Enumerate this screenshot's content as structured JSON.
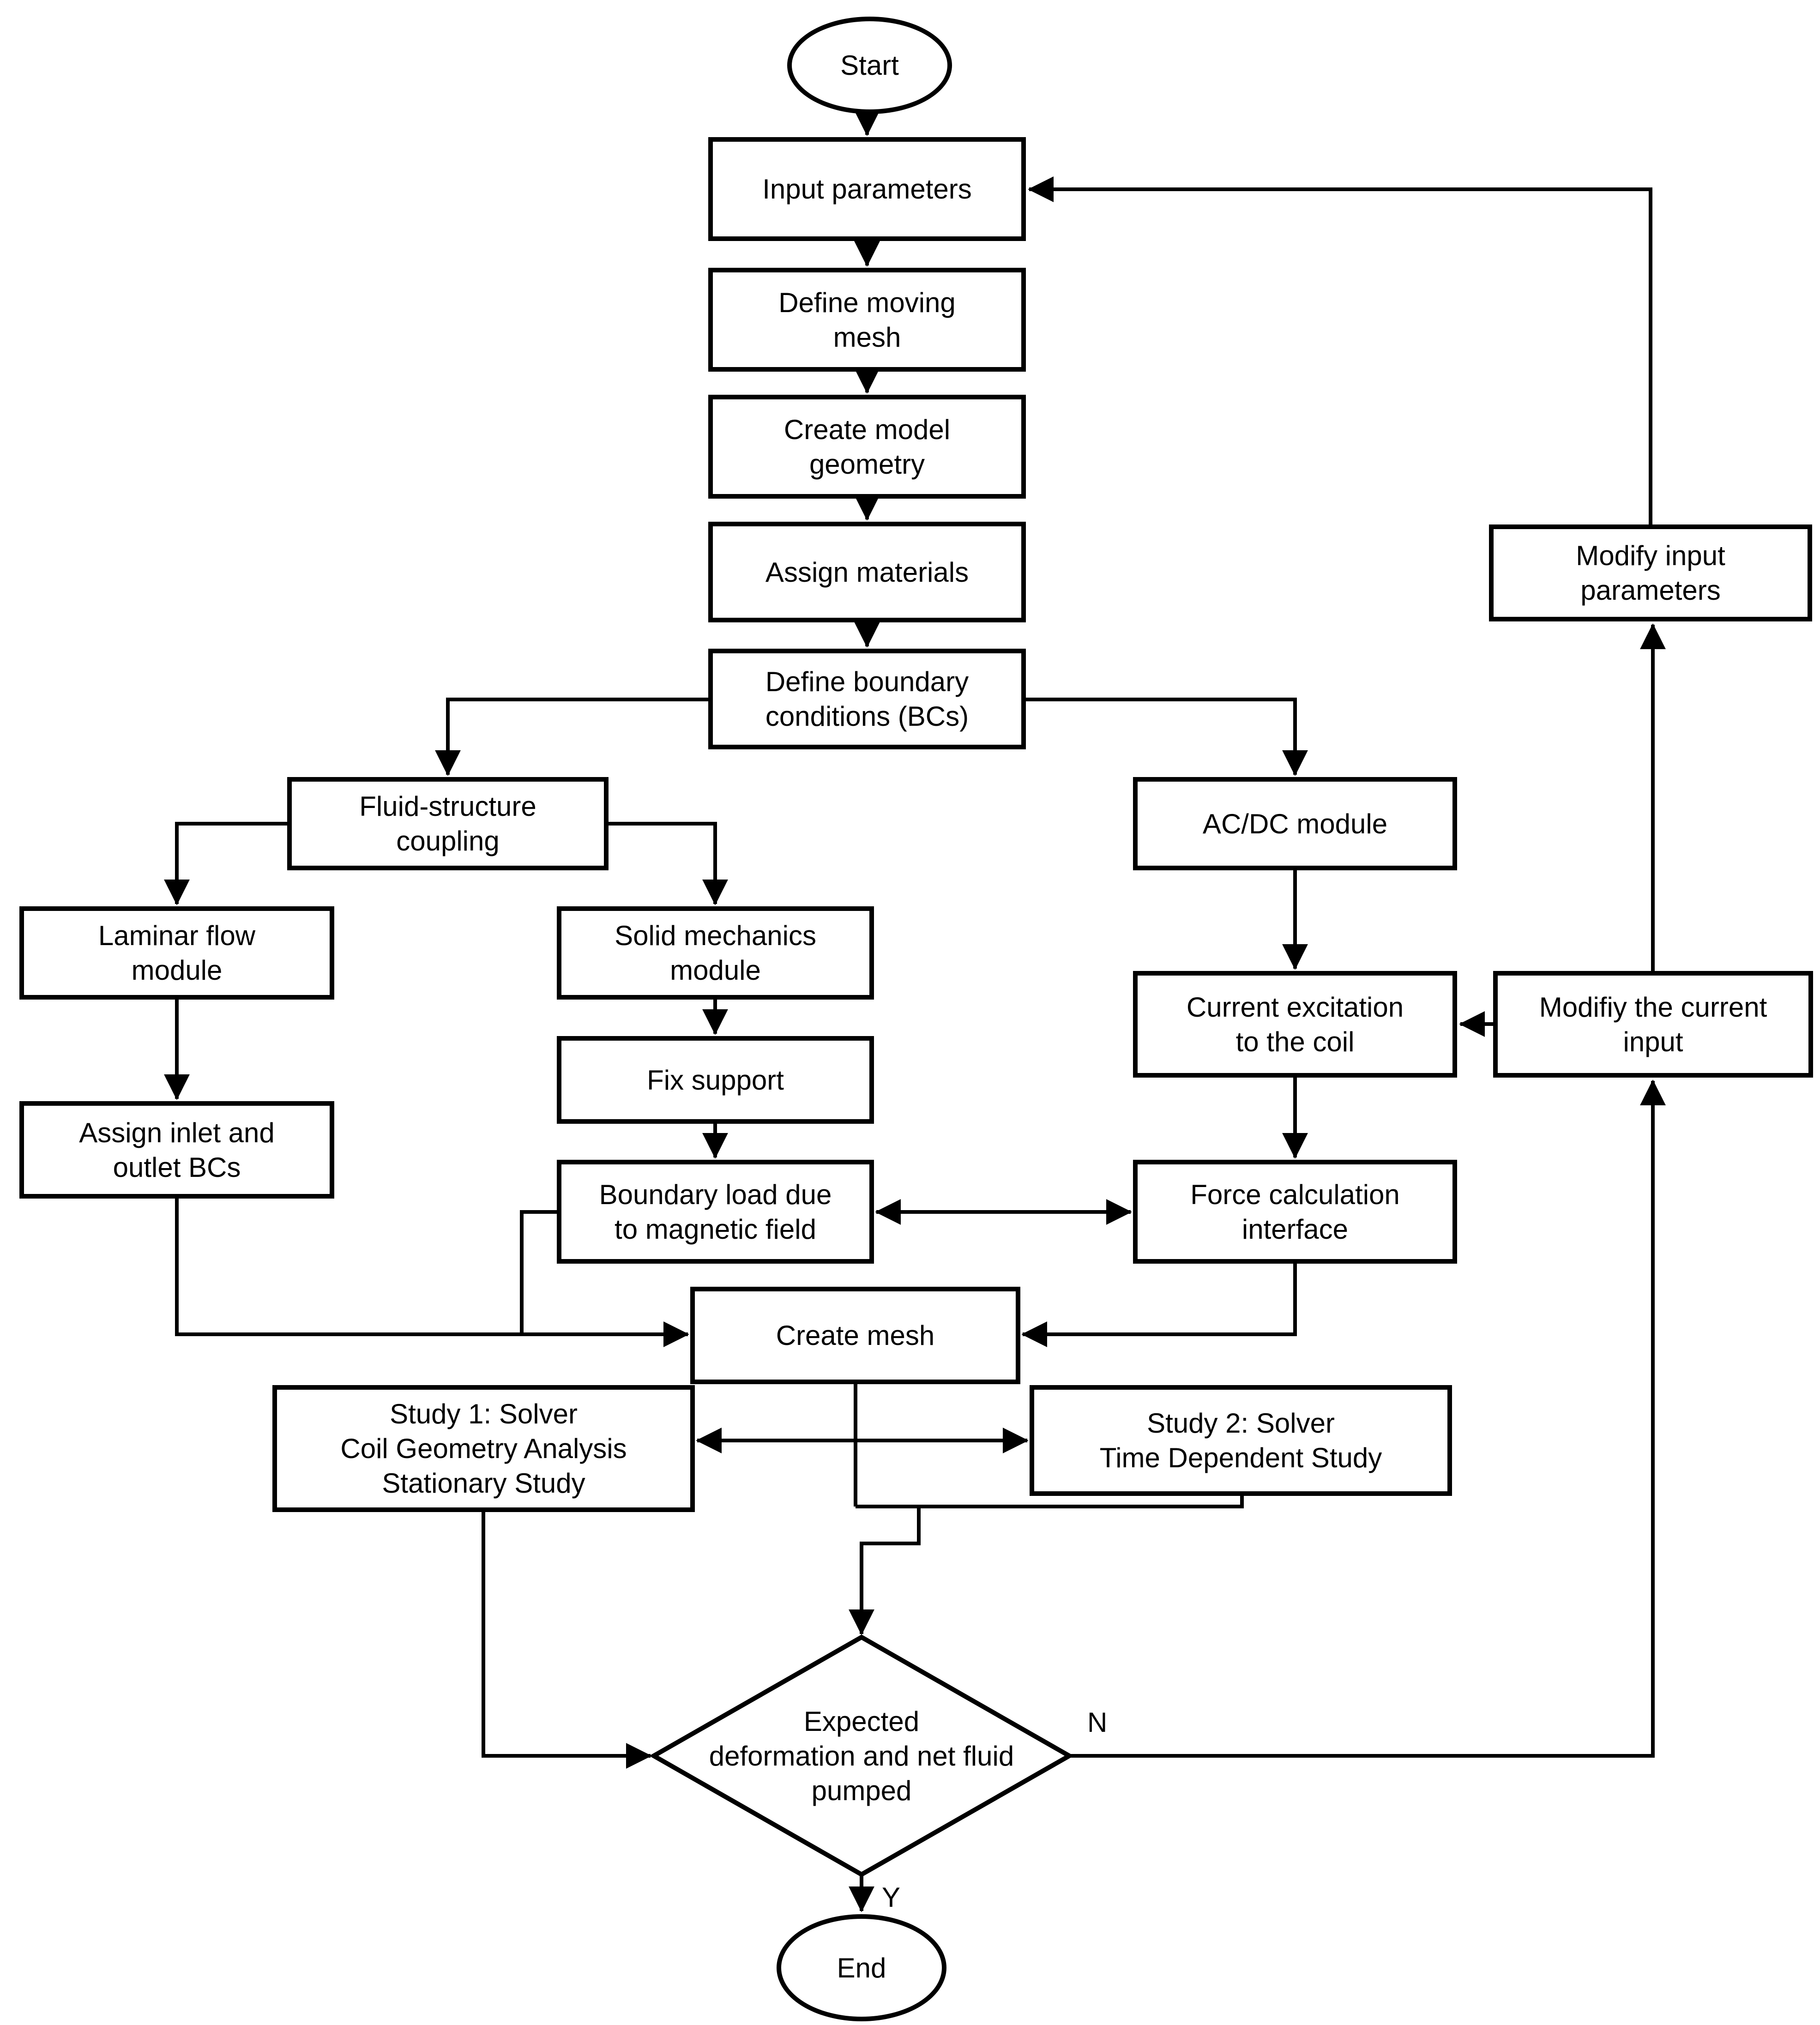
{
  "diagram": {
    "type": "flowchart",
    "colors": {
      "line": "#000000",
      "background": "#ffffff",
      "text": "#000000"
    },
    "nodes": {
      "start": {
        "label": "Start"
      },
      "input_parameters": {
        "label": "Input parameters"
      },
      "define_moving_mesh": {
        "label": "Define moving\nmesh"
      },
      "create_model_geometry": {
        "label": "Create model\ngeometry"
      },
      "assign_materials": {
        "label": "Assign materials"
      },
      "define_boundary_conditions": {
        "label": "Define boundary\nconditions (BCs)"
      },
      "fluid_structure_coupling": {
        "label": "Fluid-structure\ncoupling"
      },
      "acdc_module": {
        "label": "AC/DC module"
      },
      "laminar_flow_module": {
        "label": "Laminar flow\nmodule"
      },
      "solid_mechanics_module": {
        "label": "Solid mechanics\nmodule"
      },
      "fix_support": {
        "label": "Fix support"
      },
      "current_excitation": {
        "label": "Current excitation\nto the coil"
      },
      "modify_current_input": {
        "label": "Modifiy the current\ninput"
      },
      "modify_input_parameters": {
        "label": "Modify input\nparameters"
      },
      "assign_inlet_outlet": {
        "label": "Assign inlet and\noutlet BCs"
      },
      "boundary_load": {
        "label": "Boundary load due\nto magnetic field"
      },
      "force_calculation": {
        "label": "Force calculation\ninterface"
      },
      "create_mesh": {
        "label": "Create mesh"
      },
      "study1": {
        "label": "Study 1: Solver\nCoil Geometry Analysis\nStationary Study"
      },
      "study2": {
        "label": "Study 2: Solver\nTime Dependent Study"
      },
      "decision": {
        "label": "Expected\ndeformation and net fluid\npumped"
      },
      "end": {
        "label": "End"
      }
    },
    "branch_labels": {
      "no": "N",
      "yes": "Y"
    }
  }
}
